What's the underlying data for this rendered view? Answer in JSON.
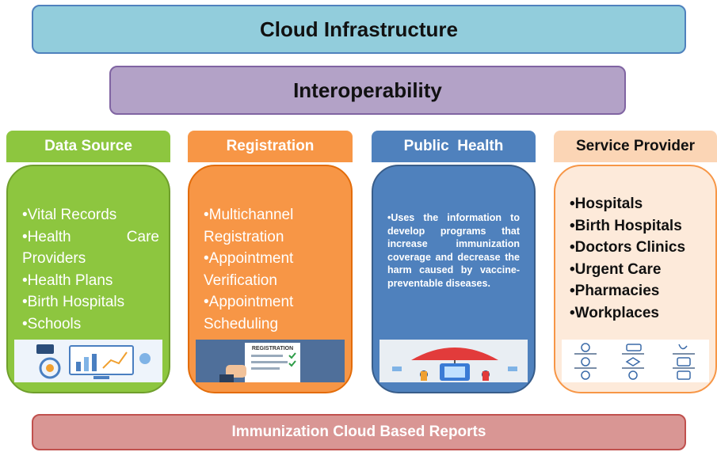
{
  "top_band": "Cloud Infrastructure",
  "middle_band": "Interoperability",
  "bottom_band": "Immunization Cloud Based Reports",
  "columns": {
    "data_source": {
      "title": "Data Source",
      "items": [
        "•Vital Records",
        "•Health Care Providers",
        "•Health Plans",
        "•Birth Hospitals",
        "•Schools"
      ]
    },
    "registration": {
      "title": "Registration",
      "items": [
        "•Multichannel Registration",
        "•Appointment Verification",
        "•Appointment Scheduling"
      ],
      "image_text": "REGISTRATION"
    },
    "public_health": {
      "title": "Public  Health",
      "text": "•Uses the information to develop programs that increase immunization coverage and decrease the harm caused by vaccine-preventable diseases."
    },
    "service_provider": {
      "title": "Service Provider",
      "items": [
        "•Hospitals",
        "•Birth Hospitals",
        "•Doctors Clinics",
        "•Urgent Care",
        "•Pharmacies",
        "•Workplaces"
      ]
    }
  },
  "colors": {
    "cloud": "#92cddc",
    "interoperability": "#b3a2c7",
    "reports": "#d99694",
    "data_source": "#8dc63f",
    "registration": "#f79646",
    "public_health": "#4f81bd",
    "service_provider": "#fbd5b5"
  }
}
